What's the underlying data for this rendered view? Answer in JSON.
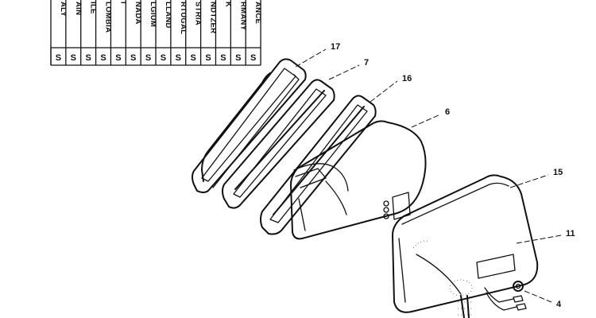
{
  "country_table": {
    "countries": [
      "ALY",
      "AIN",
      "ILE",
      "LOMBIA",
      "I",
      "NADA",
      "LGIUM",
      "LLAND",
      "RTUGAL",
      "STRIA",
      "NDTZER",
      "K",
      "RMANY",
      "ANCE"
    ],
    "marks": [
      "S",
      "S",
      "S",
      "S",
      "S",
      "S",
      "S",
      "S",
      "S",
      "S",
      "S",
      "S",
      "S",
      "S"
    ]
  },
  "callouts": [
    {
      "id": "gasket-17",
      "label": "17"
    },
    {
      "id": "frame-7",
      "label": "7"
    },
    {
      "id": "gasket-16",
      "label": "16"
    },
    {
      "id": "lamp-6",
      "label": "6"
    },
    {
      "id": "housing-15",
      "label": "15"
    },
    {
      "id": "part-11",
      "label": "11"
    },
    {
      "id": "grommet-4",
      "label": "4"
    }
  ]
}
